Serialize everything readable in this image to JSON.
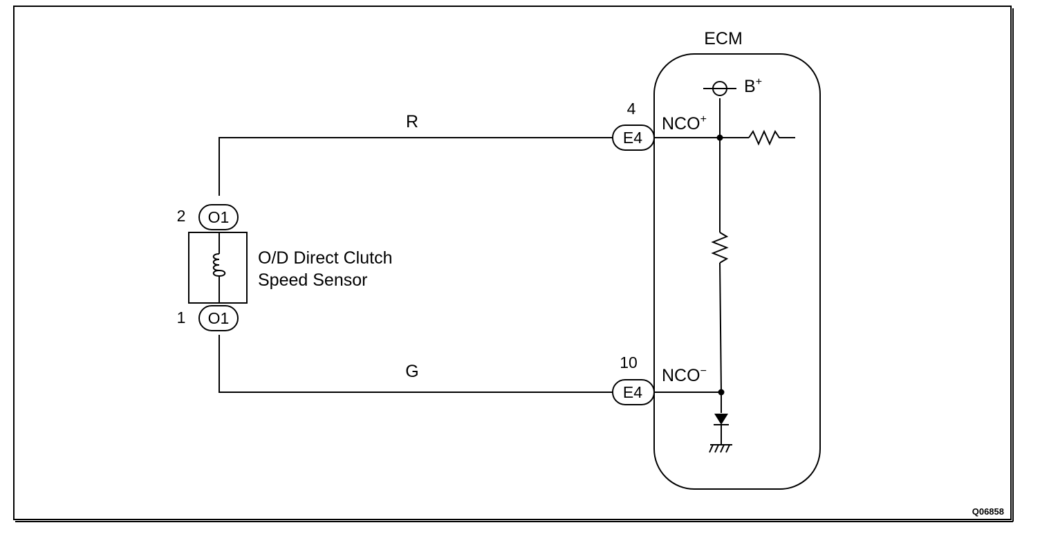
{
  "diagram": {
    "figure_code": "Q06858",
    "ecm": {
      "label": "ECM",
      "b_plus_base": "B",
      "b_plus_sup": "+"
    },
    "wires": {
      "top_color": "R",
      "bottom_color": "G"
    },
    "sensor": {
      "connector": "O1",
      "pin_top": "2",
      "pin_bottom": "1",
      "name_line1": "O/D Direct Clutch",
      "name_line2": "Speed Sensor"
    },
    "ecm_connector": {
      "name": "E4",
      "pin_top": "4",
      "pin_bottom": "10",
      "terminal_top_base": "NCO",
      "terminal_top_sup": "+",
      "terminal_bottom_base": "NCO",
      "terminal_bottom_sup": "−"
    }
  }
}
